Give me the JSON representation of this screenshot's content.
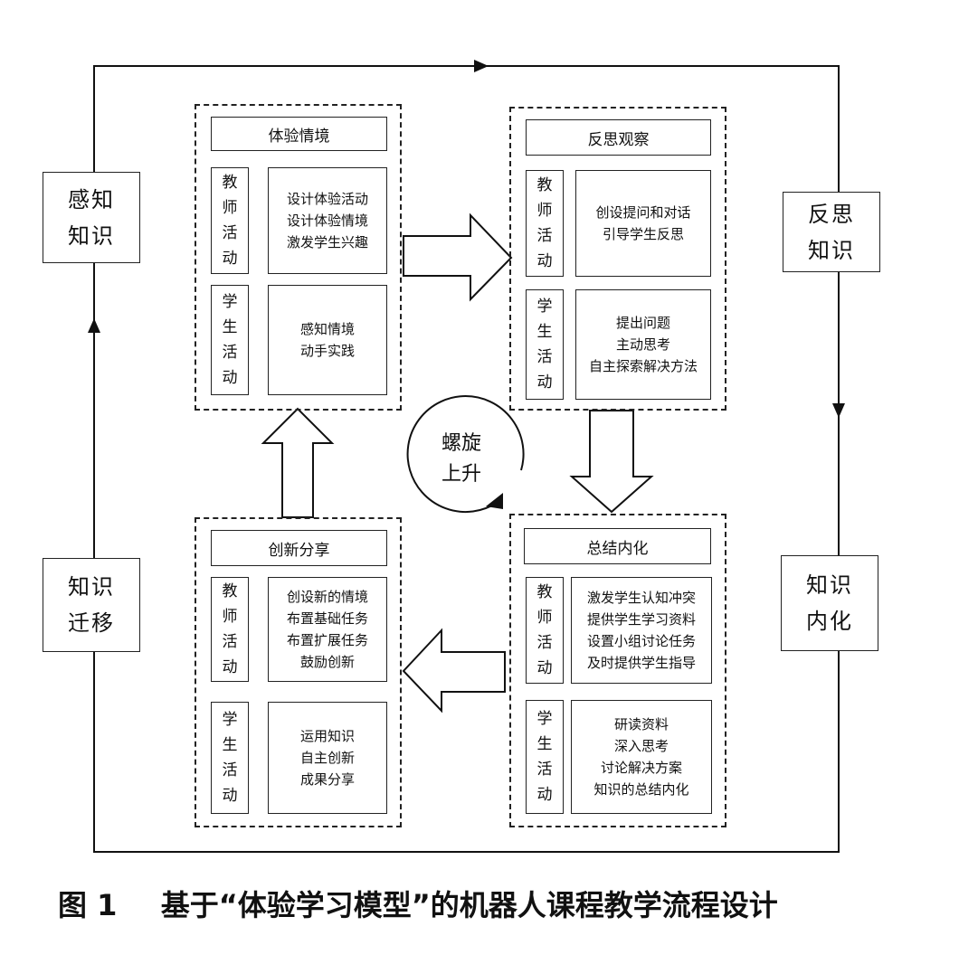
{
  "caption": {
    "figure_no": "图 1",
    "text": "基于“体验学习模型”的机器人课程教学流程设计"
  },
  "side_labels": {
    "perceive": [
      "感知",
      "知识"
    ],
    "reflect": [
      "反思",
      "知识"
    ],
    "internalize": [
      "知识",
      "内化"
    ],
    "transfer": [
      "知识",
      "迁移"
    ]
  },
  "center_label": [
    "螺旋",
    "上升"
  ],
  "role_labels": {
    "teacher": [
      "教",
      "师",
      "活",
      "动"
    ],
    "student": [
      "学",
      "生",
      "活",
      "动"
    ]
  },
  "panels": {
    "experience": {
      "title": "体验情境",
      "teacher": [
        "设计体验活动",
        "设计体验情境",
        "激发学生兴趣"
      ],
      "student": [
        "感知情境",
        "动手实践"
      ]
    },
    "reflection": {
      "title": "反思观察",
      "teacher": [
        "创设提问和对话",
        "引导学生反思"
      ],
      "student": [
        "提出问题",
        "主动思考",
        "自主探索解决方法"
      ]
    },
    "summary": {
      "title": "总结内化",
      "teacher": [
        "激发学生认知冲突",
        "提供学生学习资料",
        "设置小组讨论任务",
        "及时提供学生指导"
      ],
      "student": [
        "研读资料",
        "深入思考",
        "讨论解决方案",
        "知识的总结内化"
      ]
    },
    "innovation": {
      "title": "创新分享",
      "teacher": [
        "创设新的情境",
        "布置基础任务",
        "布置扩展任务",
        "鼓励创新"
      ],
      "student": [
        "运用知识",
        "自主创新",
        "成果分享"
      ]
    }
  }
}
